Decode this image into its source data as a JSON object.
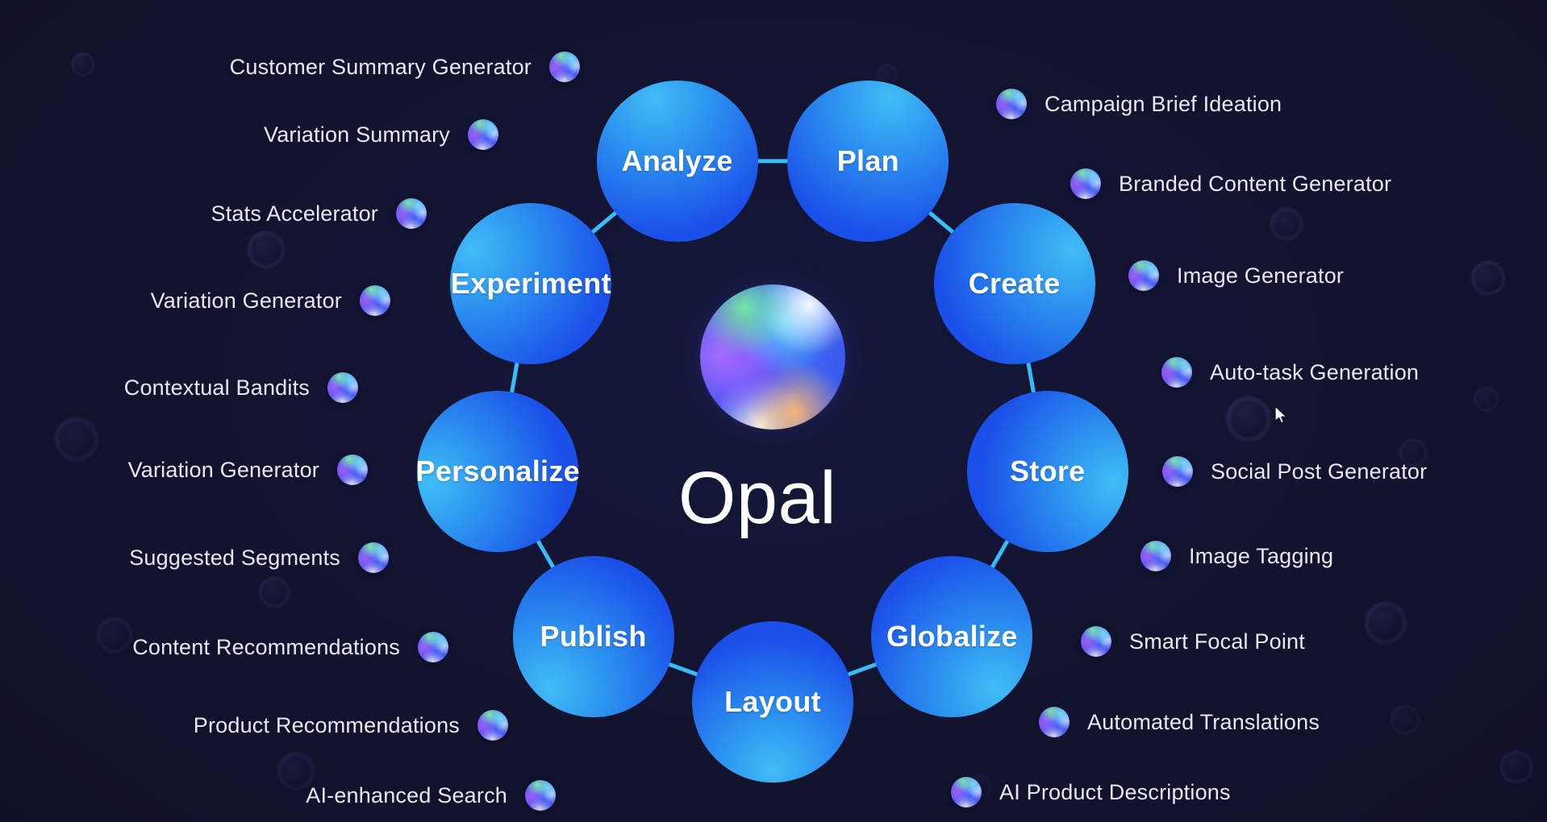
{
  "app": {
    "title": "Opal"
  },
  "ring": {
    "nodes": [
      {
        "label": "Analyze"
      },
      {
        "label": "Plan"
      },
      {
        "label": "Create"
      },
      {
        "label": "Store"
      },
      {
        "label": "Globalize"
      },
      {
        "label": "Layout"
      },
      {
        "label": "Publish"
      },
      {
        "label": "Personalize"
      },
      {
        "label": "Experiment"
      }
    ]
  },
  "features_left": [
    {
      "label": "Customer Summary Generator"
    },
    {
      "label": "Variation Summary"
    },
    {
      "label": "Stats Accelerator"
    },
    {
      "label": "Variation Generator"
    },
    {
      "label": "Contextual Bandits"
    },
    {
      "label": "Variation Generator"
    },
    {
      "label": "Suggested Segments"
    },
    {
      "label": "Content Recommendations"
    },
    {
      "label": "Product Recommendations"
    },
    {
      "label": "AI-enhanced Search"
    }
  ],
  "features_right": [
    {
      "label": "Campaign Brief Ideation"
    },
    {
      "label": "Branded Content Generator"
    },
    {
      "label": "Image Generator"
    },
    {
      "label": "Auto-task Generation"
    },
    {
      "label": "Social Post Generator"
    },
    {
      "label": "Image Tagging"
    },
    {
      "label": "Smart Focal Point"
    },
    {
      "label": "Automated Translations"
    },
    {
      "label": "AI Product Descriptions"
    }
  ],
  "colors": {
    "background": "#12132e",
    "node_gradient_light": "#41bdf6",
    "node_gradient_mid": "#2c92f0",
    "node_gradient_dark": "#1b4fe9",
    "connector": "#38bdf8",
    "label_text": "#e9e8f1",
    "node_text": "#ffffff"
  }
}
